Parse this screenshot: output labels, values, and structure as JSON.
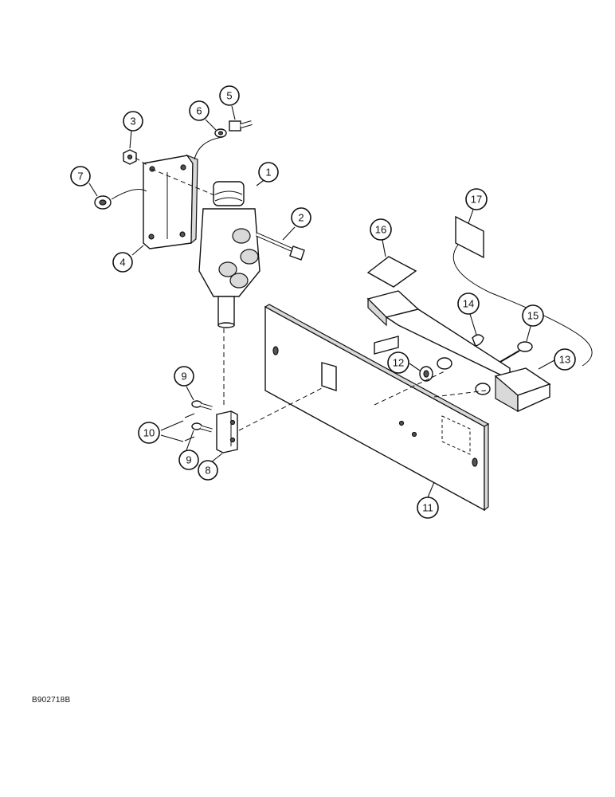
{
  "figure_code": "B902718B",
  "callouts": [
    "1",
    "2",
    "3",
    "4",
    "5",
    "6",
    "7",
    "8",
    "9",
    "9",
    "10",
    "11",
    "12",
    "13",
    "14",
    "15",
    "16",
    "17"
  ]
}
